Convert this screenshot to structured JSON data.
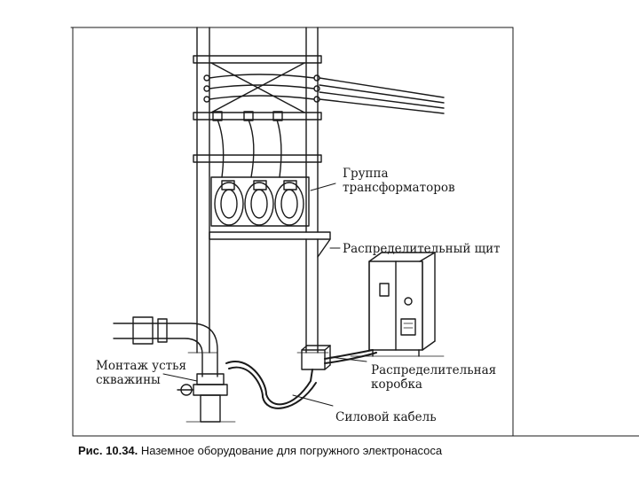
{
  "labels": {
    "transformer_group": [
      "Группа",
      "трансформаторов"
    ],
    "distribution_panel": "Распределительный щит",
    "wellhead_mount": [
      "Монтаж устья",
      "скважины"
    ],
    "junction_box": [
      "Распределительная",
      "коробка"
    ],
    "power_cable": "Силовой кабель"
  },
  "caption": {
    "figure_number": "Рис. 10.34.",
    "text": "Наземное оборудование для погружного электронасоса"
  },
  "colors": {
    "ink": "#1a1a1a",
    "background": "#ffffff"
  }
}
